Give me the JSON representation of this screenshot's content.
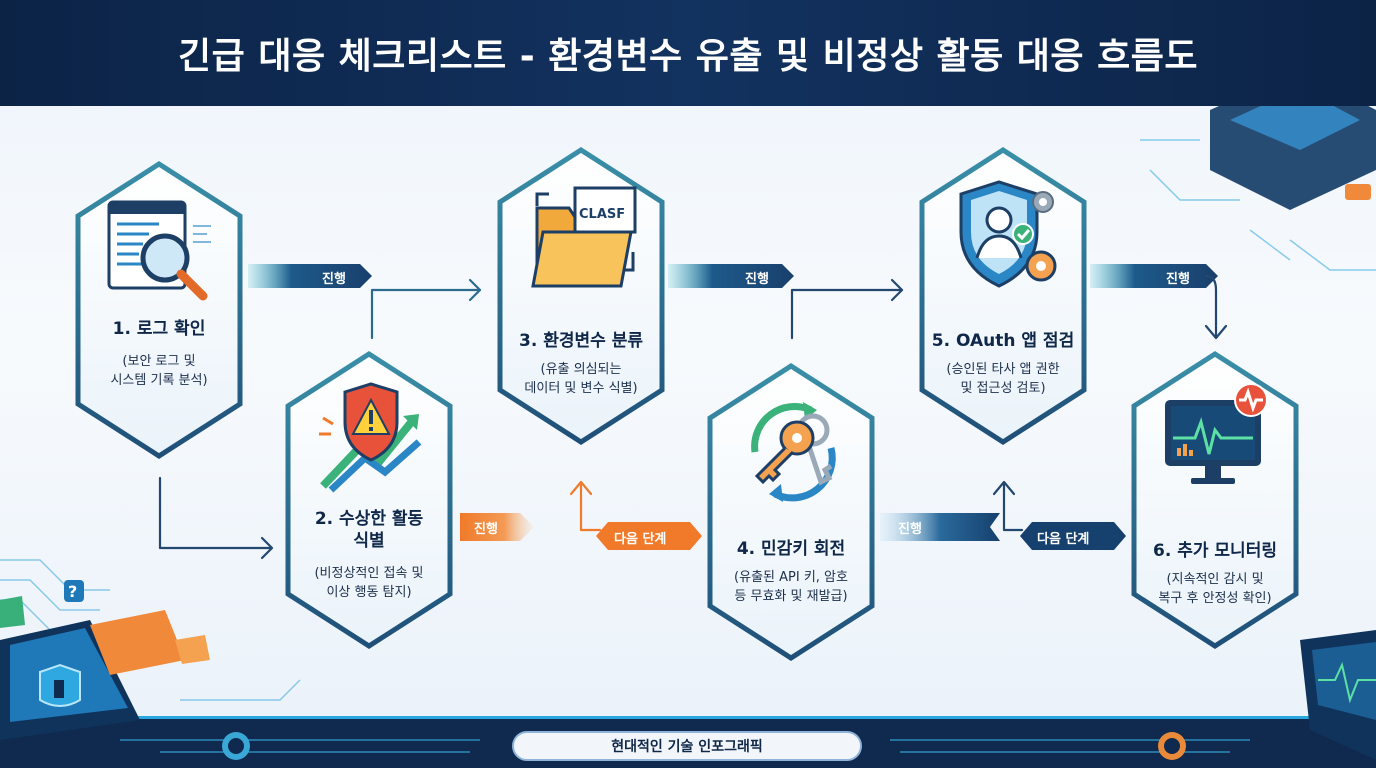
{
  "title": "긴급 대응 체크리스트 - 환경변수 유출 및 비정상 활동 대응 흐름도",
  "steps": [
    {
      "title": "1. 로그 확인",
      "desc": [
        "(보안 로그 및",
        "시스템 기록 분석)"
      ],
      "icon": "log-magnifier-icon"
    },
    {
      "title": "2. 수상한 활동 식별",
      "title_lines": [
        "2. 수상한 활동",
        "식별"
      ],
      "desc": [
        "(비정상적인 접속 및",
        "이상 행동 탐지)"
      ],
      "icon": "warning-shield-icon"
    },
    {
      "title": "3. 환경변수 분류",
      "desc": [
        "(유출 의심되는",
        "데이터 및 변수 식별)"
      ],
      "icon": "folder-icon",
      "icon_text": "CLASF"
    },
    {
      "title": "4. 민감키 회전",
      "desc": [
        "(유출된 API 키, 암호",
        "등 무효화 및 재발급)"
      ],
      "icon": "key-rotate-icon"
    },
    {
      "title": "5. OAuth 앱 점검",
      "desc": [
        "(승인된 타사 앱 권한",
        "및 접근성 검토)"
      ],
      "icon": "shield-user-icon"
    },
    {
      "title": "6. 추가 모니터링",
      "desc": [
        "(지속적인 감시 및",
        "복구 후 안정성 확인)"
      ],
      "icon": "monitor-pulse-icon"
    }
  ],
  "connectors": {
    "progress": "진행",
    "next_step": "다음 단계"
  },
  "footer": "현대적인 기술 인포그래픽",
  "colors": {
    "header": "#0f2a52",
    "ribbon": "#1d4f7c",
    "accent_orange": "#f07a2a",
    "hex_border": "#2c6a84"
  }
}
